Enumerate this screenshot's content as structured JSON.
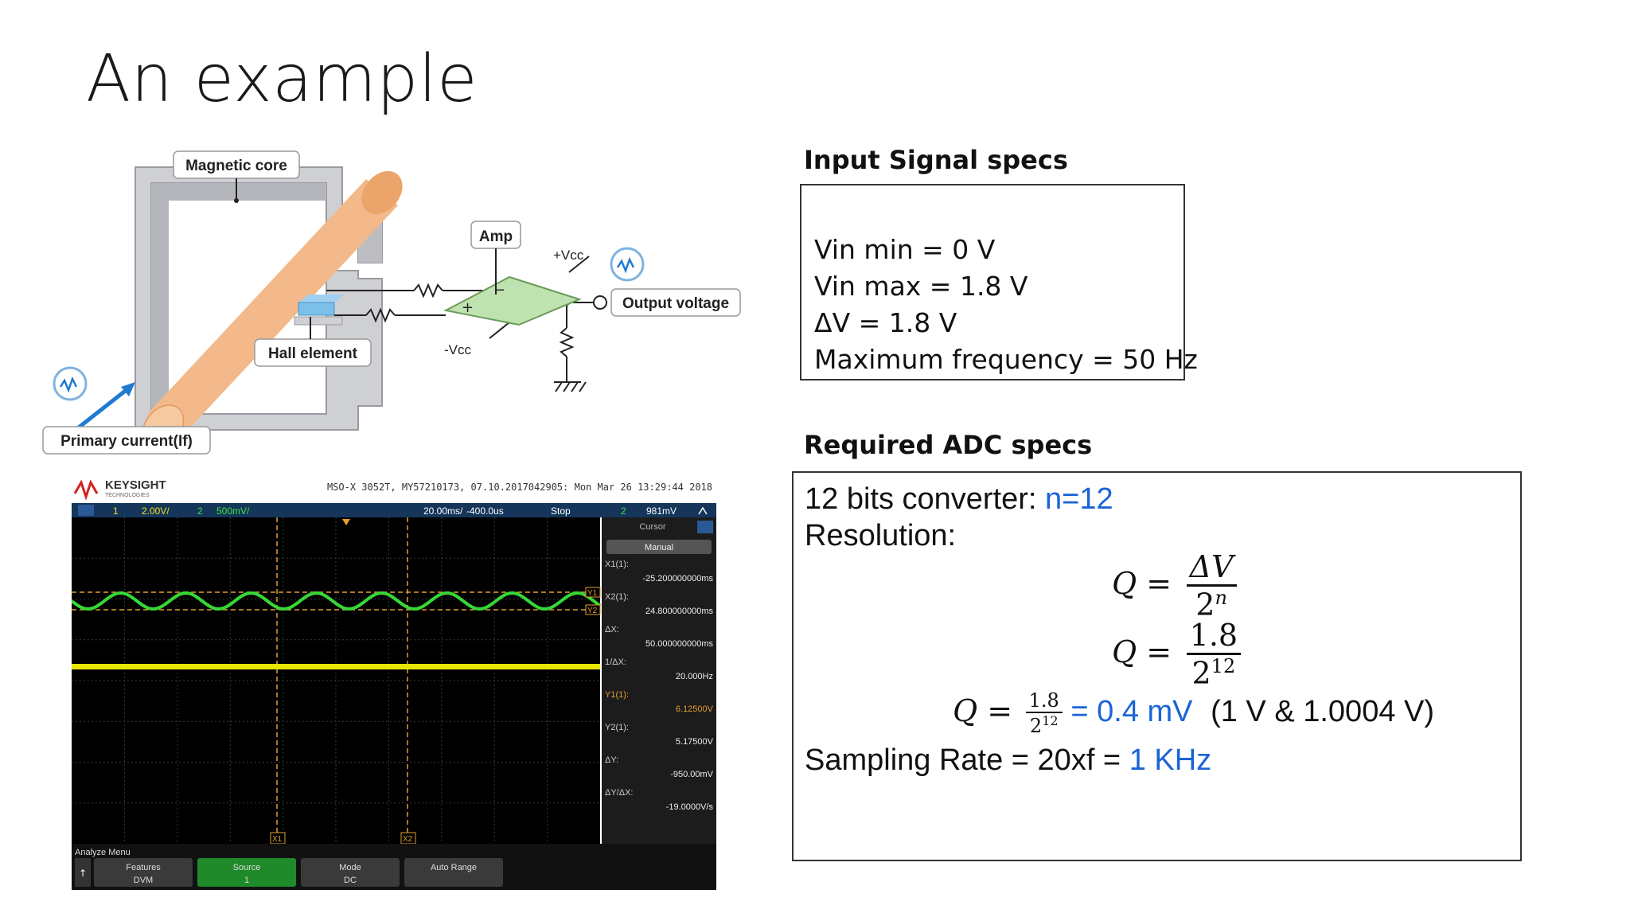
{
  "slide": {
    "title": "An example"
  },
  "diagram": {
    "labels": {
      "magnetic_core": "Magnetic core",
      "amp": "Amp",
      "vcc_pos": "+Vcc",
      "vcc_neg": "-Vcc",
      "output_voltage": "Output voltage",
      "hall_element": "Hall element",
      "primary_current": "Primary current(If)"
    }
  },
  "scope": {
    "brand": "KEYSIGHT",
    "brand_sub": "TECHNOLOGIES",
    "header_info": "MSO-X 3052T, MY57210173, 07.10.2017042905: Mon Mar 26 13:29:44 2018",
    "status": {
      "ch1": "1",
      "ch1_scale": "2.00V/",
      "ch2": "2",
      "ch2_scale": "500mV/",
      "time_scale": "20.00ms/",
      "delay": "-400.0us",
      "run_state": "Stop",
      "trig_ch": "2",
      "trig_level": "981mV"
    },
    "cursor_panel": {
      "title": "Cursor",
      "mode": "Manual",
      "rows": [
        {
          "label": "X1(1):",
          "value": "-25.200000000ms"
        },
        {
          "label": "X2(1):",
          "value": "24.800000000ms"
        },
        {
          "label": "ΔX:",
          "value": "50.000000000ms"
        },
        {
          "label": "1/ΔX:",
          "value": "20.000Hz"
        },
        {
          "label": "Y1(1):",
          "value": "6.12500V"
        },
        {
          "label": "Y2(1):",
          "value": "5.17500V"
        },
        {
          "label": "ΔY:",
          "value": "-950.00mV"
        },
        {
          "label": "ΔY/ΔX:",
          "value": "-19.0000V/s"
        }
      ]
    },
    "markers": {
      "x1": "X1",
      "x2": "X2",
      "y1": "Y1",
      "y2": "Y2"
    },
    "menu": {
      "title": "Analyze Menu",
      "buttons": [
        {
          "label": "Features",
          "value": "DVM"
        },
        {
          "label": "Source",
          "value": "1"
        },
        {
          "label": "Mode",
          "value": "DC"
        },
        {
          "label": "Auto Range",
          "value": ""
        }
      ]
    },
    "colors": {
      "ch1": "#e6e600",
      "ch2": "#36d836",
      "cursor": "#e0a030",
      "background": "#000000"
    }
  },
  "input_specs": {
    "heading": "Input Signal specs",
    "lines": [
      "Vin min = 0 V",
      "Vin max = 1.8 V",
      "ΔV = 1.8 V",
      "Maximum frequency = 50 Hz"
    ]
  },
  "adc_specs": {
    "heading": "Required ADC specs",
    "bits_label": "12 bits converter: ",
    "bits_value": "n=12",
    "resolution_label": "Resolution:",
    "eq1": {
      "lhs": "Q =",
      "num": "ΔV",
      "den_base": "2",
      "den_exp": "n"
    },
    "eq2": {
      "lhs": "Q =",
      "num": "1.8",
      "den_base": "2",
      "den_exp": "12"
    },
    "eq3": {
      "lhs": "Q =",
      "num": "1.8",
      "den_base": "2",
      "den_exp": "12",
      "result": "= 0.4 mV",
      "note": "(1 V & 1.0004 V)"
    },
    "sampling_label": "Sampling Rate = 20xf = ",
    "sampling_value": "1 KHz",
    "accent_color": "#1a63d8"
  }
}
